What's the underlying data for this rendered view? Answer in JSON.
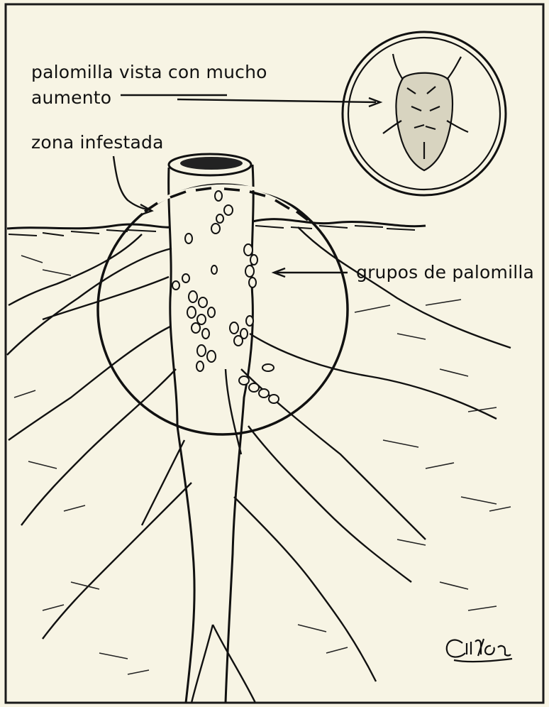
{
  "labels": {
    "magnified_line1": "palomilla vista con mucho",
    "magnified_line2": "aumento",
    "infested_zone": "zona infestada",
    "groups": "grupos de palomilla"
  },
  "signature_text": "Cm/oa",
  "colors": {
    "background": "#f7f4e4",
    "ink": "#111111",
    "frame": "#1a1a1a"
  }
}
